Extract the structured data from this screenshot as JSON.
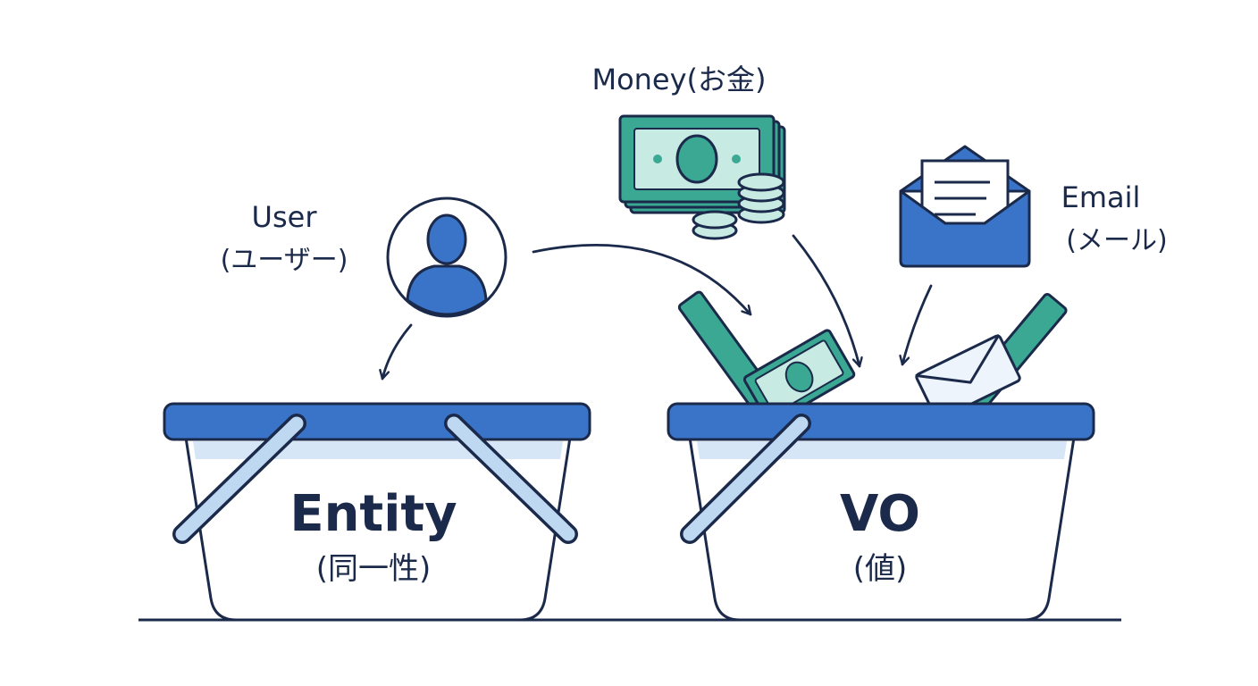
{
  "labels": {
    "user_line1": "User",
    "user_line2": "(ユーザー)",
    "money": "Money(お金)",
    "email_line1": "Email",
    "email_line2": "(メール)"
  },
  "baskets": {
    "entity": {
      "title": "Entity",
      "subtitle": "(同一性)"
    },
    "vo": {
      "title": "VO",
      "subtitle": "(値)"
    }
  },
  "colors": {
    "navy": "#1b2a4a",
    "blue": "#3a74c9",
    "light_blue": "#bfd8f2",
    "teal": "#3aa893",
    "teal_light": "#c7ebe3"
  },
  "icons": [
    "user-icon",
    "money-icon",
    "coins-icon",
    "email-icon"
  ]
}
